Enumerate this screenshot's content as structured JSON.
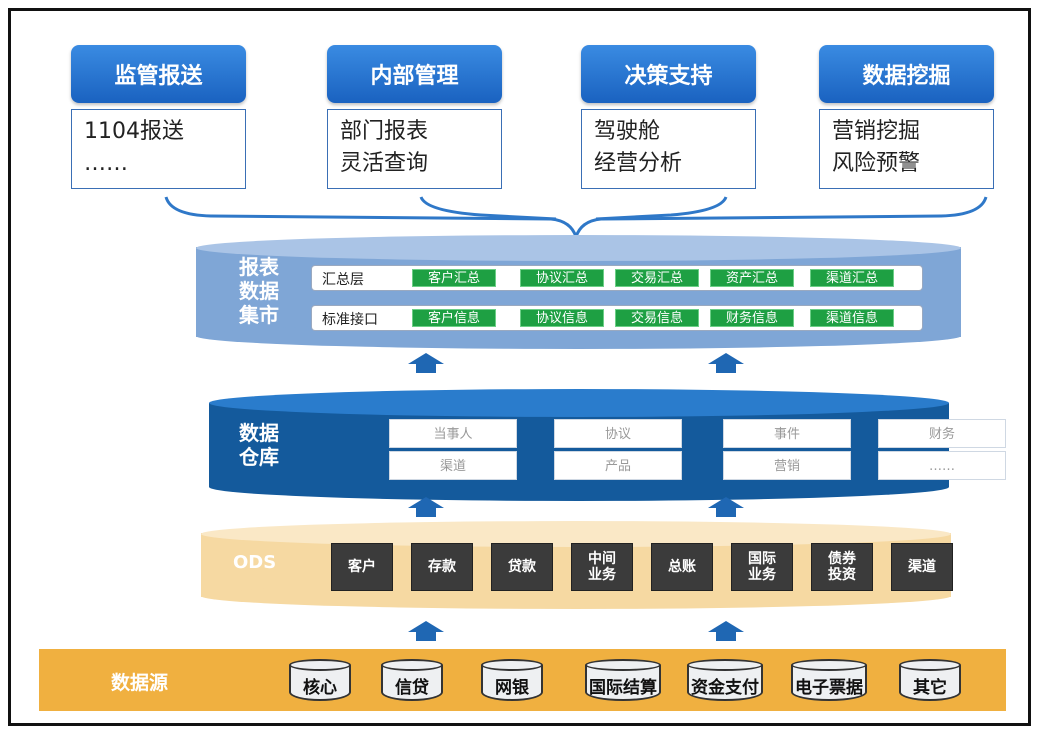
{
  "top_apps": [
    {
      "title": "监管报送",
      "lines": [
        "1104报送",
        "……"
      ]
    },
    {
      "title": "内部管理",
      "lines": [
        "部门报表",
        "灵活查询"
      ]
    },
    {
      "title": "决策支持",
      "lines": [
        "驾驶舱",
        "经营分析"
      ]
    },
    {
      "title": "数据挖掘",
      "lines": [
        "营销挖掘",
        "风险预警"
      ]
    }
  ],
  "report_mart": {
    "label_lines": [
      "报表",
      "数据",
      "集市"
    ],
    "rows": [
      {
        "name": "汇总层",
        "tags": [
          "客户汇总",
          "协议汇总",
          "交易汇总",
          "资产汇总",
          "渠道汇总"
        ]
      },
      {
        "name": "标准接口",
        "tags": [
          "客户信息",
          "协议信息",
          "交易信息",
          "财务信息",
          "渠道信息"
        ]
      }
    ]
  },
  "data_warehouse": {
    "label_lines": [
      "数据",
      "仓库"
    ],
    "cells": [
      [
        "当事人",
        "渠道"
      ],
      [
        "协议",
        "产品"
      ],
      [
        "事件",
        "营销"
      ],
      [
        "财务",
        "……"
      ]
    ]
  },
  "ods": {
    "label": "ODS",
    "items": [
      [
        "客户"
      ],
      [
        "存款"
      ],
      [
        "贷款"
      ],
      [
        "中间",
        "业务"
      ],
      [
        "总账"
      ],
      [
        "国际",
        "业务"
      ],
      [
        "债券",
        "投资"
      ],
      [
        "渠道"
      ]
    ]
  },
  "data_source": {
    "label": "数据源",
    "items": [
      "核心",
      "信贷",
      "网银",
      "国际结算",
      "资金支付",
      "电子票据",
      "其它"
    ]
  },
  "colors": {
    "app_blue": "#1f6fd0",
    "mart_blue": "#7fa6d6",
    "dw_blue": "#145a9c",
    "ods_beige": "#f6d9a2",
    "source_orange": "#f0b040",
    "tag_green": "#1ea043",
    "arrow_blue": "#1f67b3"
  },
  "icons": [
    "upward-arrow-icon",
    "database-cylinder-icon",
    "brace-connector-icon"
  ]
}
